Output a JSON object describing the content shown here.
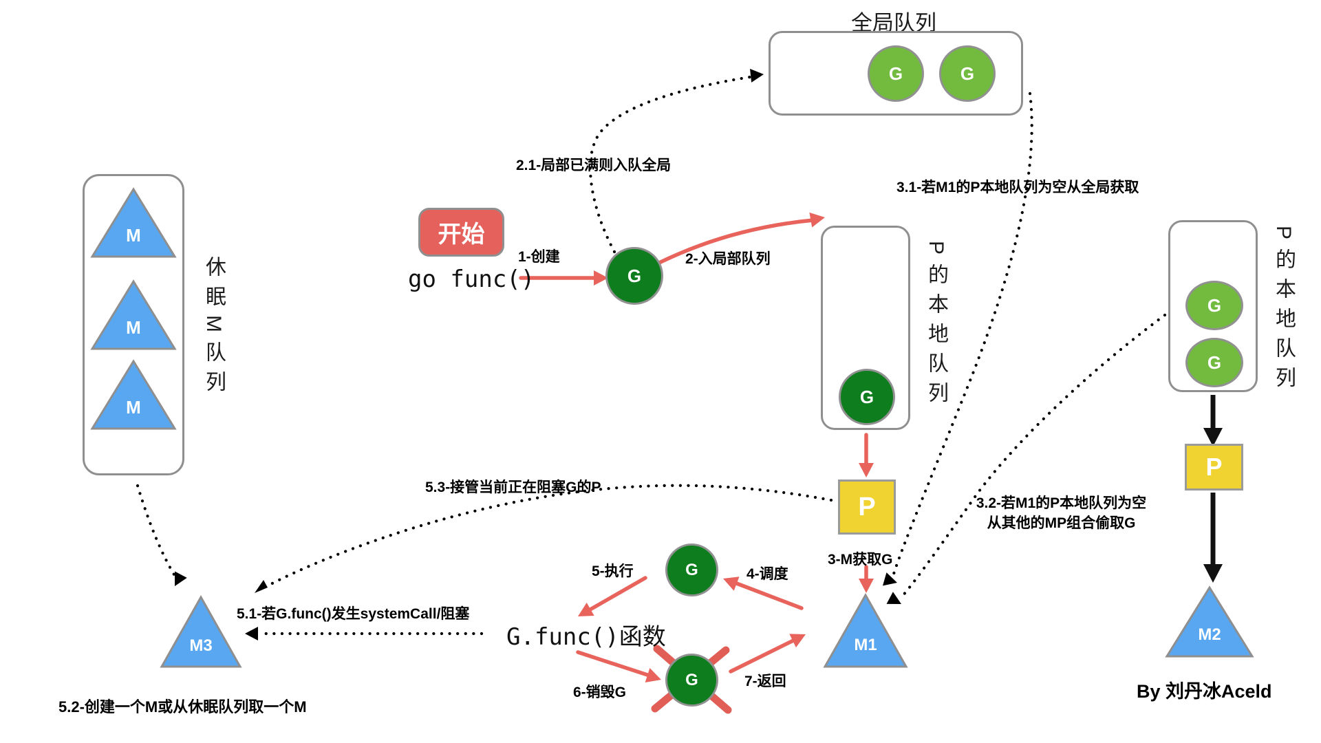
{
  "global_queue": {
    "title": "全局队列",
    "goroutines": [
      "G",
      "G"
    ]
  },
  "sleep_queue": {
    "label": "休眠M队列",
    "machines": [
      "M",
      "M",
      "M"
    ]
  },
  "start_flow": {
    "button_label": "开始",
    "code": "go func()"
  },
  "local_queue_m1": {
    "label": "P的本地队列",
    "goroutines": [
      "G"
    ],
    "processor_label": "P"
  },
  "local_queue_m2": {
    "label": "P的本地队列",
    "goroutines": [
      "G",
      "G"
    ],
    "processor_label": "P"
  },
  "machines": {
    "m1": "M1",
    "m2": "M2",
    "m3": "M3"
  },
  "goroutines": {
    "new_g": "G",
    "running_g": "G",
    "destroyed_g": "G"
  },
  "func_node": {
    "code": "G.func()",
    "suffix": "函数"
  },
  "steps": {
    "step1": "1-创建",
    "step2": "2-入局部队列",
    "step2_1": "2.1-局部已满则入队全局",
    "step3": "3-M获取G",
    "step3_1": "3.1-若M1的P本地队列为空从全局获取",
    "step3_2_line1": "3.2-若M1的P本地队列为空",
    "step3_2_line2": "从其他的MP组合偷取G",
    "step4": "4-调度",
    "step5": "5-执行",
    "step5_1": "5.1-若G.func()发生systemCall/阻塞",
    "step5_2": "5.2-创建一个M或从休眠队列取一个M",
    "step5_3": "5.3-接管当前正在阻塞G的P",
    "step6": "6-销毁G",
    "step7": "7-返回"
  },
  "credit": "By 刘丹冰Aceld",
  "colors": {
    "accent_red": "#E8635C",
    "dark_green": "#0E7D1E",
    "light_green": "#72BB3F",
    "blue": "#58A7F0",
    "yellow": "#F0D231",
    "border_gray": "#8F8F8F"
  }
}
